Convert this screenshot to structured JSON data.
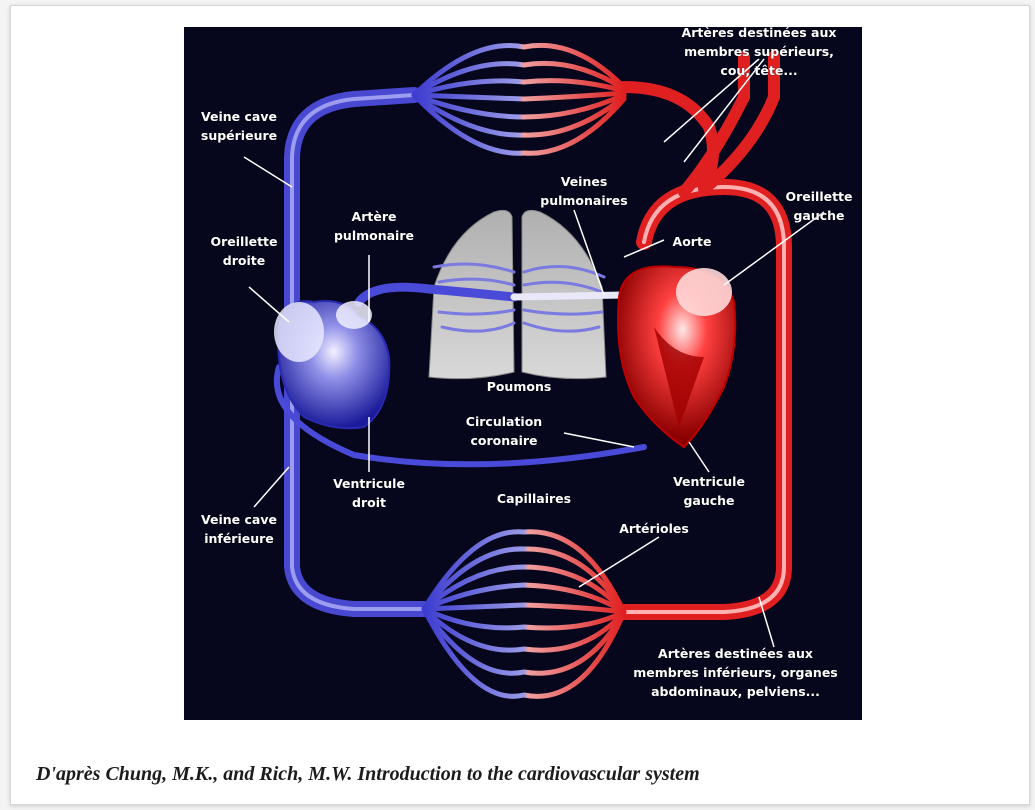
{
  "diagram": {
    "labels": {
      "arteres_superieures": "Artères destinées aux\nmembres supérieurs,\ncou, tête...",
      "veine_cave_superieure": "Veine cave\nsupérieure",
      "veines_pulmonaires": "Veines\npulmonaires",
      "oreillette_gauche": "Oreillette\ngauche",
      "artere_pulmonaire": "Artère\npulmonaire",
      "aorte": "Aorte",
      "oreillette_droite": "Oreillette\ndroite",
      "poumons": "Poumons",
      "circulation_coronaire": "Circulation\ncoronaire",
      "ventricule_droit": "Ventricule\ndroit",
      "ventricule_gauche": "Ventricule\ngauche",
      "veine_cave_inferieure": "Veine cave\ninférieure",
      "capillaires": "Capillaires",
      "arterioles": "Artérioles",
      "arteres_inferieures": "Artères destinées aux\nmembres inférieurs, organes\nabdominaux, pelviens..."
    },
    "colors": {
      "background": "#06061c",
      "venous": "#4a4ad8",
      "venous_light": "#b8b8ff",
      "arterial": "#e02020",
      "arterial_light": "#ffc0c0",
      "lung": "#c8c8c8"
    }
  },
  "caption": "D'après Chung, M.K., and Rich, M.W. Introduction to the cardiovascular system"
}
